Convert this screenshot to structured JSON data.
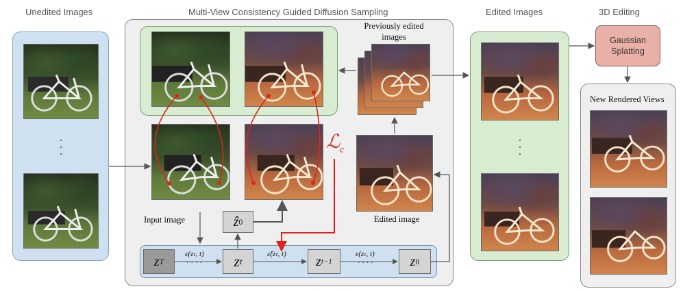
{
  "titles": {
    "unedited": "Unedited Images",
    "sampling": "Multi-View Consistency Guided Diffusion Sampling",
    "edited": "Edited Images",
    "editing3d": "3D Editing"
  },
  "labels": {
    "previously_edited": "Previously edited images",
    "input_image": "Input image",
    "edited_image": "Edited image",
    "gaussian_splatting": "Gaussian Splatting",
    "new_rendered_views": "New Rendered Views",
    "consistency_loss": "ℒ",
    "consistency_loss_sub": "c"
  },
  "chain": {
    "z_T": "z",
    "z_T_sub": "T",
    "z_t": "z",
    "z_t_sub": "t",
    "z_t_minus_1": "z",
    "z_t_minus_1_sub": "t−1",
    "z_0": "z",
    "z_0_sub": "0",
    "z0_hat": "ẑ",
    "z0_hat_sub": "0",
    "eps_1": "ε(zₜ, t)",
    "eps_tilde": "ε̃(zₜ, t)",
    "eps_2": "ε(zₜ, t)",
    "ellipsis": "· · · ·"
  },
  "colors": {
    "blue_panel": "#cfe0f1",
    "green_panel": "#d8ecd2",
    "gray_panel": "#efefef",
    "gaussian_box": "#e8b0a6",
    "guidance_red": "#e0241b"
  }
}
